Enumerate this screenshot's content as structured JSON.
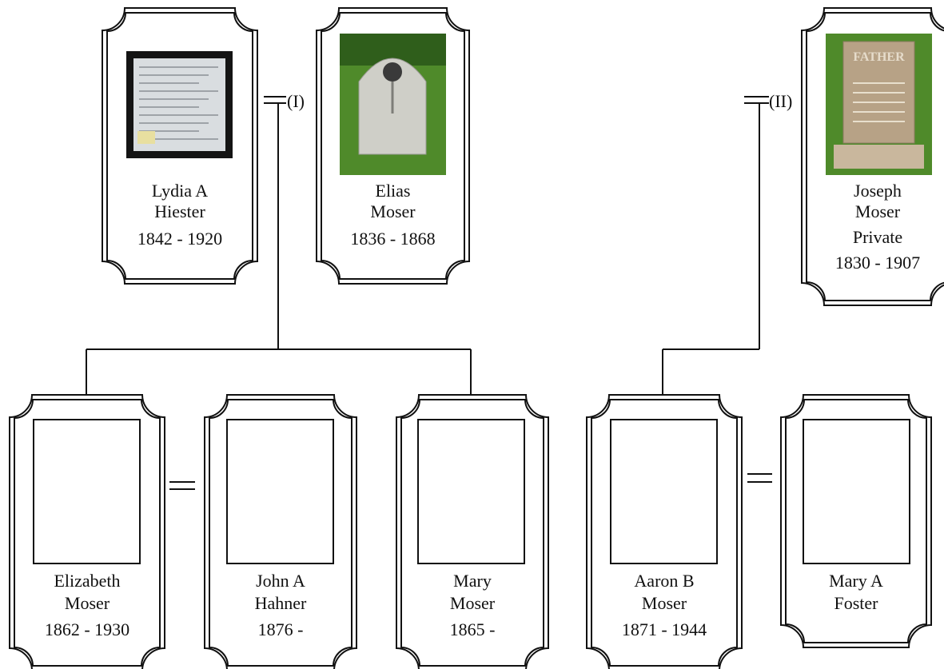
{
  "people": {
    "lydia": {
      "name_line1": "Lydia A",
      "name_line2": "Hiester",
      "years": "1842 - 1920",
      "photo": "death-certificate"
    },
    "elias": {
      "name_line1": "Elias",
      "name_line2": "Moser",
      "years": "1836 - 1868",
      "photo": "gravestone"
    },
    "joseph": {
      "name_line1": "Joseph",
      "name_line2": "Moser",
      "name_line3": "Private",
      "years": "1830 - 1907",
      "photo": "gravestone-father"
    },
    "elizabeth": {
      "name_line1": "Elizabeth",
      "name_line2": "Moser",
      "years": "1862 - 1930",
      "photo": "empty"
    },
    "john": {
      "name_line1": "John A",
      "name_line2": "Hahner",
      "years": "1876 -",
      "photo": "empty"
    },
    "mary": {
      "name_line1": "Mary",
      "name_line2": "Moser",
      "years": "1865 -",
      "photo": "empty"
    },
    "aaron": {
      "name_line1": "Aaron B",
      "name_line2": "Moser",
      "years": "1871 - 1944",
      "photo": "empty"
    },
    "maryfoster": {
      "name_line1": "Mary A",
      "name_line2": "Foster",
      "photo": "empty"
    }
  },
  "marriages": {
    "first": {
      "label": "(I)"
    },
    "second": {
      "label": "(II)"
    }
  },
  "headstone_text": "FATHER",
  "colors": {
    "line": "#111111",
    "grass": "#4f8a2a",
    "stone": "#cfcfc8",
    "paper": "#d9dde0"
  }
}
